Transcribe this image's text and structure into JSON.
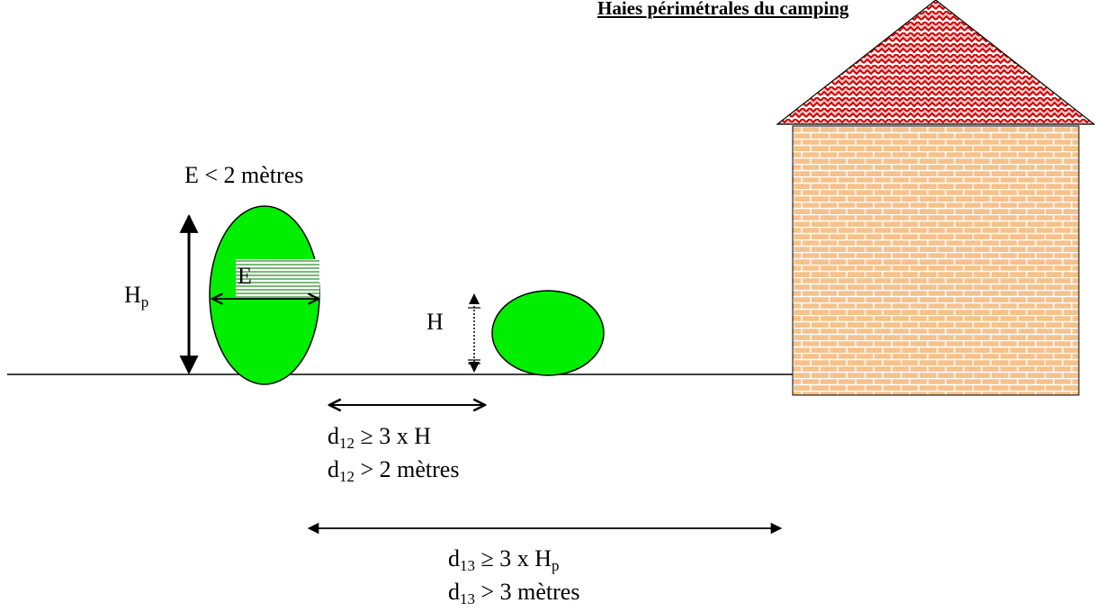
{
  "title": "Haies périmétrales du camping",
  "labels": {
    "e_limit": "E < 2 mètres",
    "hp_main": "H",
    "hp_sub": "p",
    "e_inner": "E",
    "h_small": "H",
    "d12_line1_pre": "d",
    "d12_line1_sub": "12",
    "d12_line1_post": " ≥ 3 x H",
    "d12_line2_pre": "d",
    "d12_line2_sub": "12",
    "d12_line2_post": " > 2 mètres",
    "d13_line1_pre": "d",
    "d13_line1_sub": "13",
    "d13_line1_mid": " ≥ 3 x H",
    "d13_line1_sub2": "p",
    "d13_line2_pre": "d",
    "d13_line2_sub": "13",
    "d13_line2_post": " > 3 mètres"
  },
  "colors": {
    "hedge": "#00ee00",
    "brick": "#f5c28c",
    "mortar": "#ffffff",
    "roof": "#d40000",
    "ground": "#000000"
  }
}
